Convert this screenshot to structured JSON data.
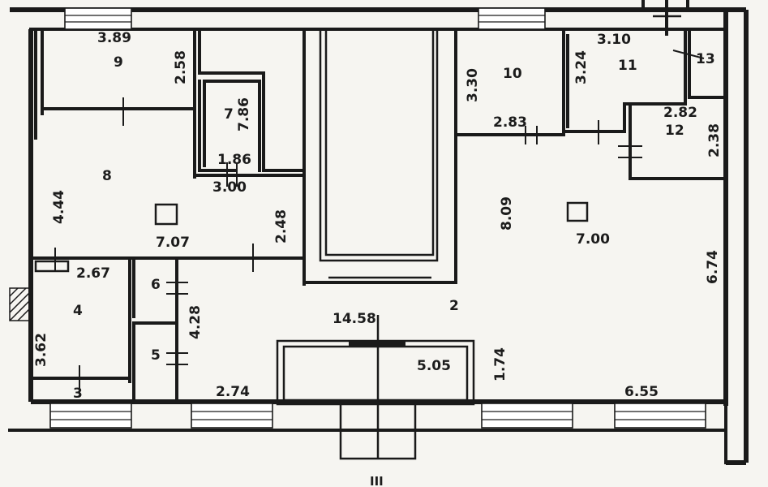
{
  "rooms": {
    "r2": {
      "number": "2"
    },
    "r3": {
      "number": "3"
    },
    "r4": {
      "number": "4"
    },
    "r5": {
      "number": "5"
    },
    "r6": {
      "number": "6"
    },
    "r7": {
      "number": "7"
    },
    "r8": {
      "number": "8"
    },
    "r9": {
      "number": "9"
    },
    "r10": {
      "number": "10"
    },
    "r11": {
      "number": "11"
    },
    "r12": {
      "number": "12"
    },
    "r13": {
      "number": "13"
    }
  },
  "dimensions": {
    "d_3_89": "3.89",
    "d_2_58": "2.58",
    "d_7_86": "7.86",
    "d_1_86": "1.86",
    "d_3_00": "3.00",
    "d_4_44": "4.44",
    "d_2_48": "2.48",
    "d_7_07": "7.07",
    "d_2_67": "2.67",
    "d_3_62": "3.62",
    "d_4_28": "4.28",
    "d_2_74": "2.74",
    "d_14_58": "14.58",
    "d_5_05": "5.05",
    "d_1_74": "1.74",
    "d_3_30": "3.30",
    "d_2_83": "2.83",
    "d_8_09": "8.09",
    "d_7_00": "7.00",
    "d_3_10": "3.10",
    "d_3_24": "3.24",
    "d_2_82": "2.82",
    "d_2_38": "2.38",
    "d_6_74": "6.74",
    "d_6_55": "6.55"
  },
  "axis_marker": "III",
  "colors": {
    "wall": "#1a1a1a",
    "background": "#f6f5f1"
  }
}
